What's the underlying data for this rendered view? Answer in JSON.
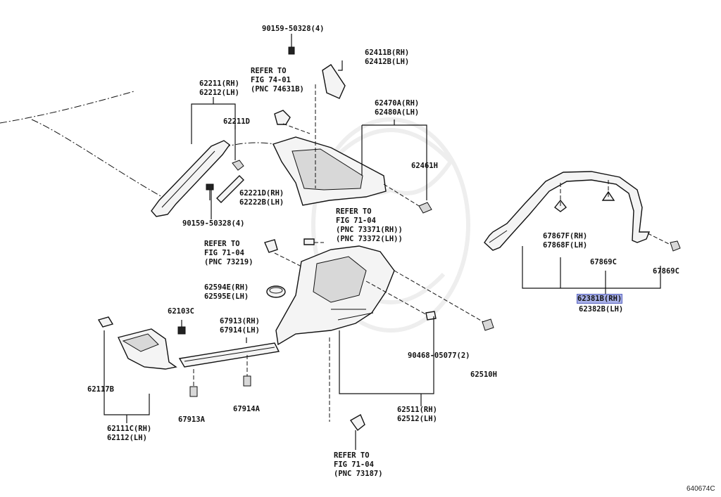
{
  "labels": {
    "bolt_top": "90159-50328(4)",
    "p62411b": "62411B(RH)",
    "p62412b": "62412B(LH)",
    "refer1_l1": "REFER TO",
    "refer1_l2": "FIG 74-01",
    "refer1_l3": "(PNC 74631B)",
    "p62211_rh": "62211(RH)",
    "p62212_lh": "62212(LH)",
    "p62211d": "62211D",
    "p62470a": "62470A(RH)",
    "p62480a": "62480A(LH)",
    "p62461h": "62461H",
    "p62221d": "62221D(RH)",
    "p62222b": "62222B(LH)",
    "bolt_bottom": "90159-50328(4)",
    "refer2_l1": "REFER TO",
    "refer2_l2": "FIG 71-04",
    "refer2_l3": "(PNC 73371(RH))",
    "refer2_l4": "(PNC 73372(LH))",
    "refer3_l1": "REFER TO",
    "refer3_l2": "FIG 71-04",
    "refer3_l3": "(PNC 73219)",
    "p62594e": "62594E(RH)",
    "p62595e": "62595E(LH)",
    "p62103c": "62103C",
    "p67913": "67913(RH)",
    "p67914": "67914(LH)",
    "p62117b": "62117B",
    "p62111c": "62111C(RH)",
    "p62112": "62112(LH)",
    "p67913a": "67913A",
    "p67914a": "67914A",
    "p90468": "90468-05077(2)",
    "p62510h": "62510H",
    "p62511": "62511(RH)",
    "p62512": "62512(LH)",
    "refer4_l1": "REFER TO",
    "refer4_l2": "FIG 71-04",
    "refer4_l3": "(PNC 73187)",
    "p67867f": "67867F(RH)",
    "p67868f": "67868F(LH)",
    "p67869c_a": "67869C",
    "p67869c_b": "67869C",
    "p62381b": "62381B(RH)",
    "p62382b": "62382B(LH)"
  },
  "diagram_code": "640674C",
  "highlight_color": "#a8b0e8"
}
